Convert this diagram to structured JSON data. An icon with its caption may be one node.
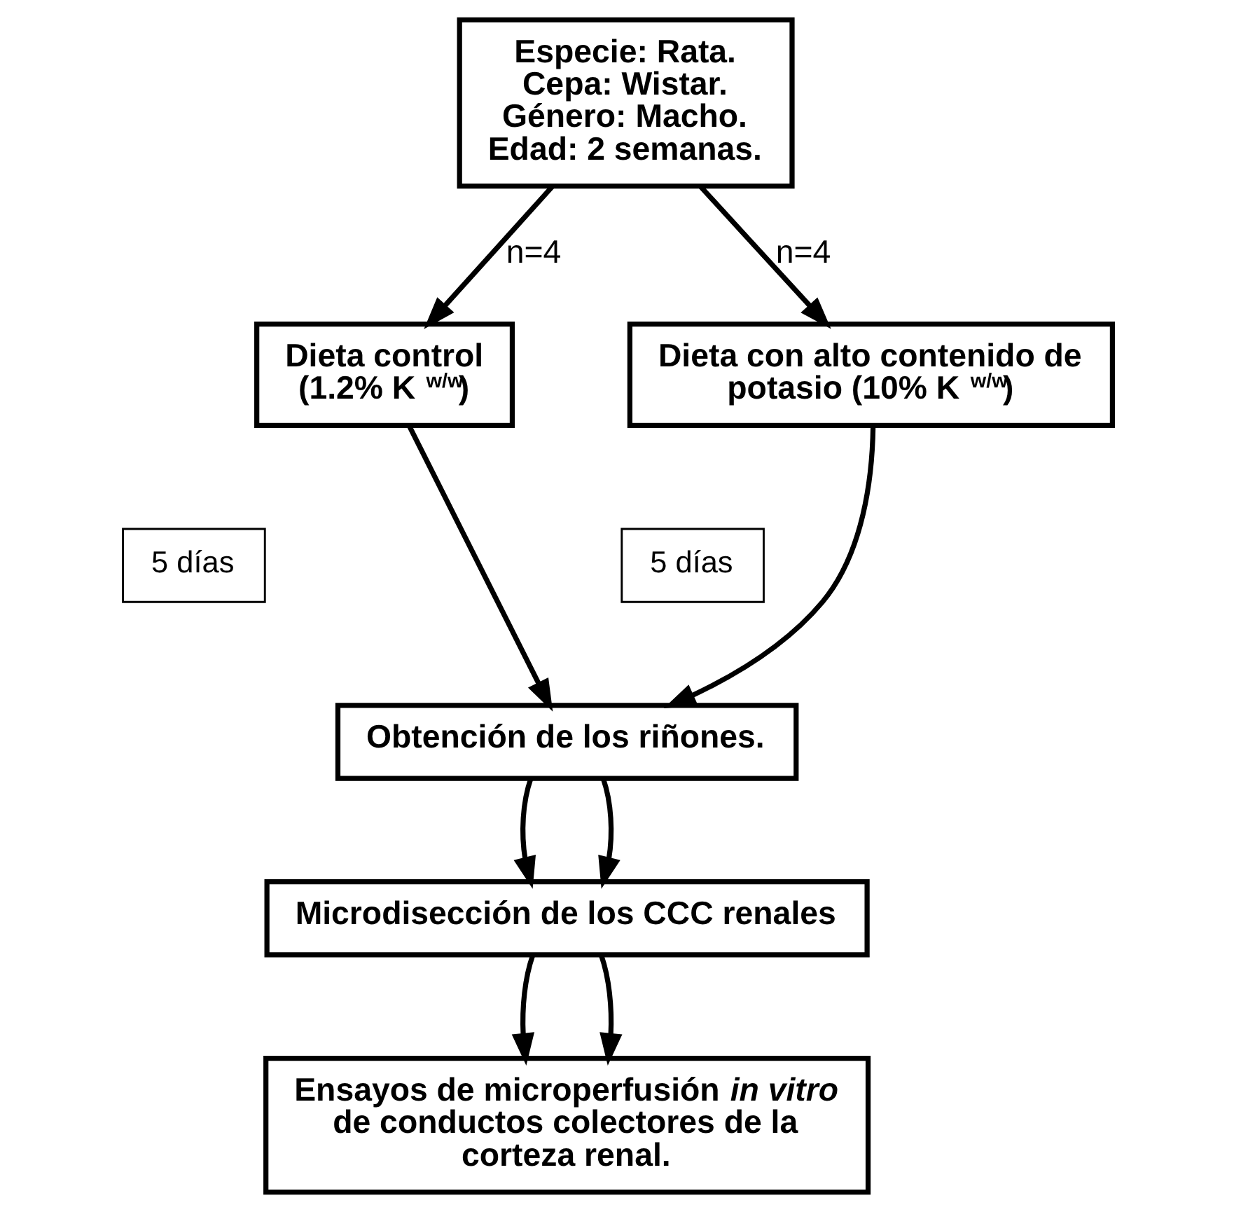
{
  "diagram": {
    "nodes": [
      {
        "text": [
          "Especie: Rata. Cepa: Wistar. Género: Macho. Edad: 2 semanas."
        ]
      },
      {
        "text": [
          "Dieta control (1.2% K $^{w/w}$)"
        ]
      },
      {
        "text": [
          "Dieta con alto contenido de potasio (10% K $^{w/w}$)"
        ]
      },
      {
        "text": [
          "5 días"
        ]
      },
      {
        "text": [
          "5 días"
        ]
      },
      {
        "text": [
          "Obtención de los riñones."
        ]
      },
      {
        "text": [
          "Microdisección de los CCC renales"
        ]
      },
      {
        "text": [
          "Ensayos de microperfusión *in vitro* de conductos colectores de la corteza renal."
        ]
      }
    ],
    "edges": [
      {
        "from": 0,
        "to": 1,
        "arrow": "to",
        "label": "n=4"
      },
      {
        "from": 0,
        "to": 2,
        "arrow": "to",
        "label": "n=4"
      },
      {
        "from": 1,
        "to": 5,
        "arrow": "to"
      },
      {
        "from": 2,
        "to": 5,
        "arrow": "to"
      },
      {
        "from": 5,
        "to": 6,
        "arrow": "to"
      },
      {
        "from": 5,
        "to": 6,
        "arrow": "to"
      },
      {
        "from": 6,
        "to": 7,
        "arrow": "to"
      },
      {
        "from": 6,
        "to": 7,
        "arrow": "to"
      }
    ]
  }
}
